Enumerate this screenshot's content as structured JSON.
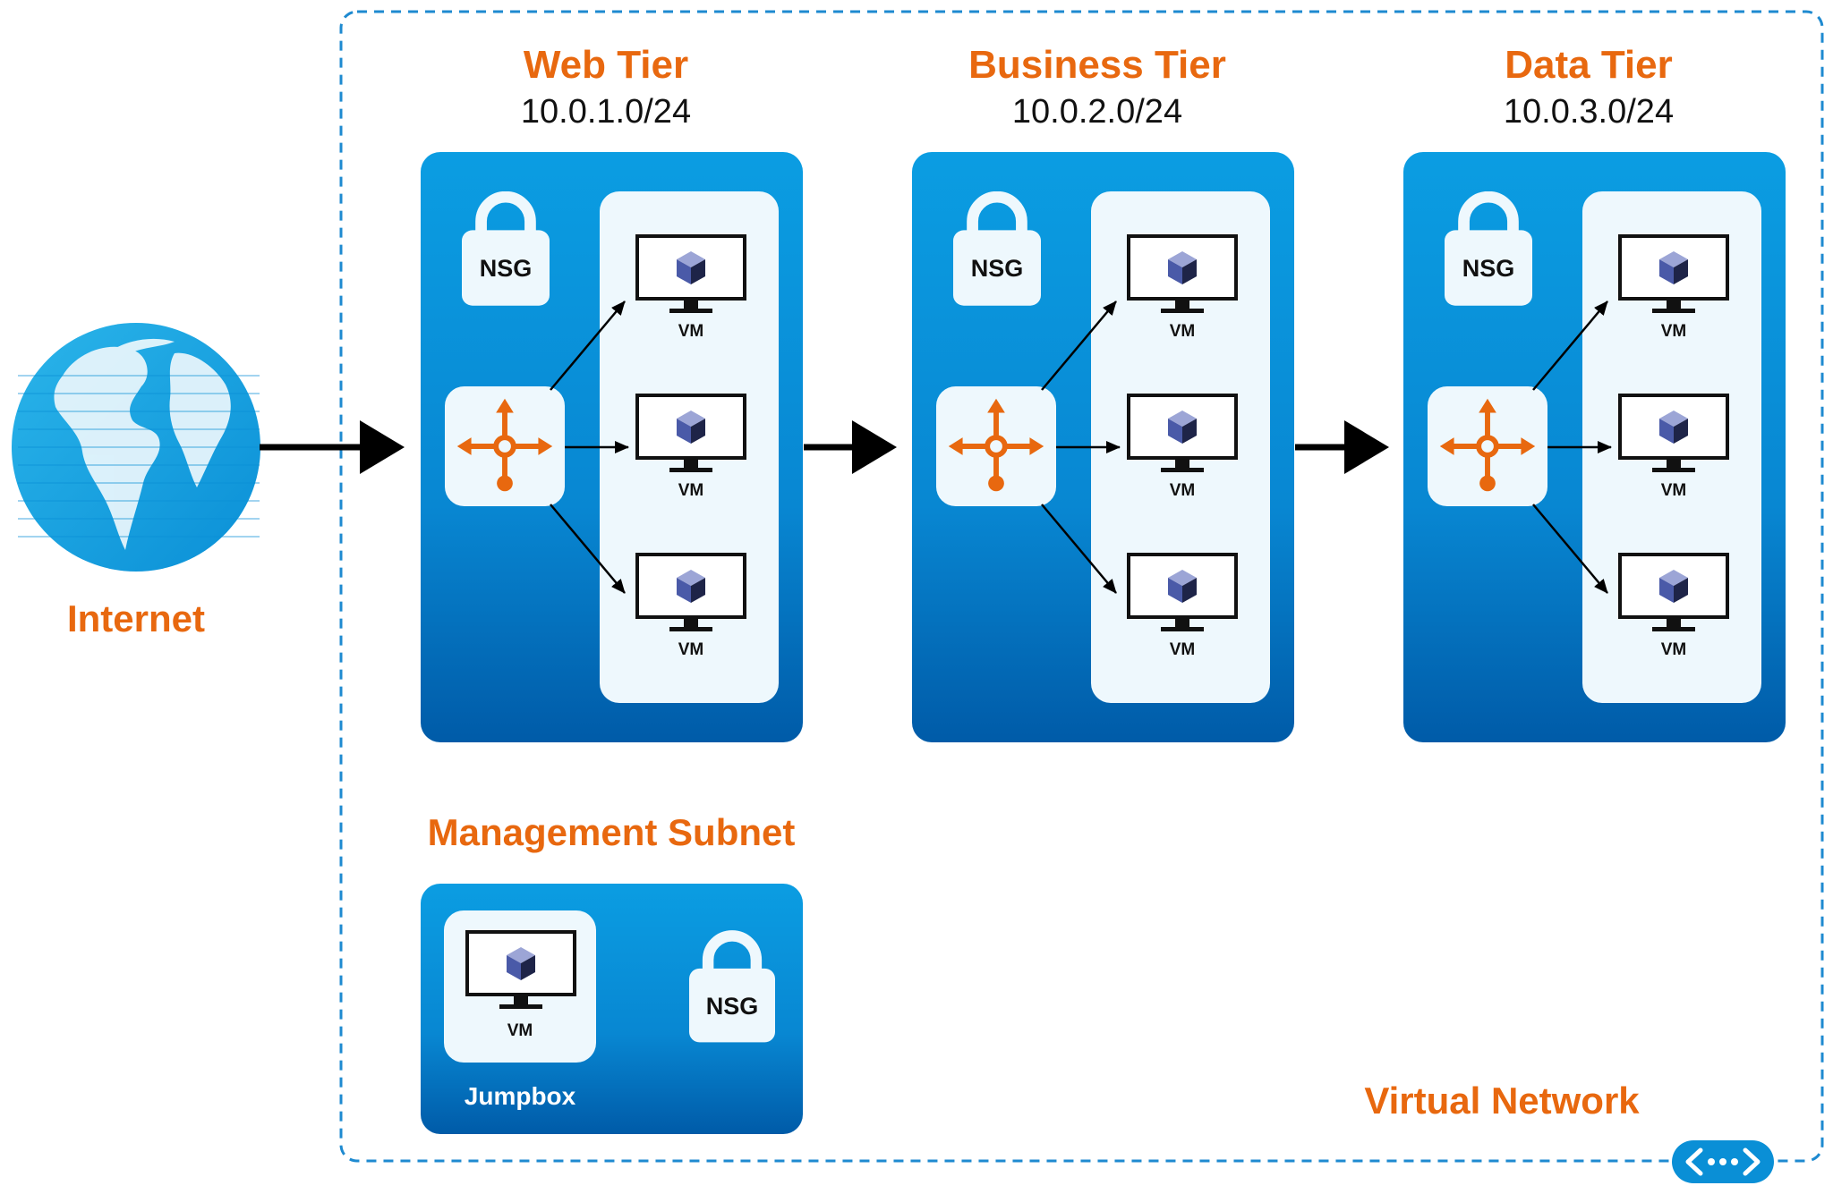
{
  "internet": {
    "label": "Internet"
  },
  "tiers": [
    {
      "title": "Web Tier",
      "cidr": "10.0.1.0/24",
      "nsg": "NSG",
      "vms": [
        "VM",
        "VM",
        "VM"
      ]
    },
    {
      "title": "Business Tier",
      "cidr": "10.0.2.0/24",
      "nsg": "NSG",
      "vms": [
        "VM",
        "VM",
        "VM"
      ]
    },
    {
      "title": "Data Tier",
      "cidr": "10.0.3.0/24",
      "nsg": "NSG",
      "vms": [
        "VM",
        "VM",
        "VM"
      ]
    }
  ],
  "management": {
    "title": "Management Subnet",
    "vm": "VM",
    "jumpbox": "Jumpbox",
    "nsg": "NSG"
  },
  "vnet": {
    "label": "Virtual Network"
  },
  "colors": {
    "accent": "#E8680F",
    "blue_top": "#0A9BE0",
    "blue_bottom": "#0060AE",
    "border": "#1E8AD0",
    "panel": "#EEF8FD"
  },
  "icons": [
    "globe-icon",
    "lock-icon",
    "monitor-icon",
    "cube-icon",
    "load-balancer-icon",
    "arrow-icon",
    "vnet-icon"
  ]
}
